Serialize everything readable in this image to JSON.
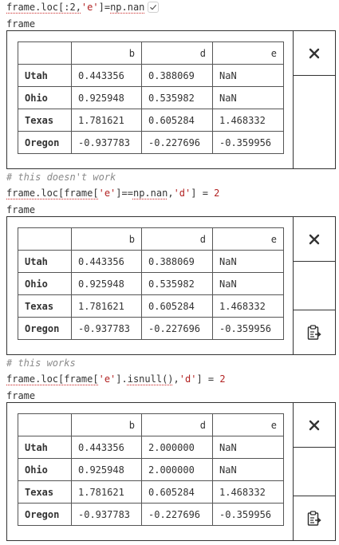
{
  "cells": [
    {
      "code_parts": [
        "frame.loc[:2,",
        "'e'",
        "]=",
        "np.nan"
      ],
      "output_label": "frame",
      "table": {
        "columns": [
          "",
          "b",
          "d",
          "e"
        ],
        "rows": [
          {
            "index": "Utah",
            "b": "0.443356",
            "d": "0.388069",
            "e": "NaN"
          },
          {
            "index": "Ohio",
            "b": "0.925948",
            "d": "0.535982",
            "e": "NaN"
          },
          {
            "index": "Texas",
            "b": "1.781621",
            "d": "0.605284",
            "e": "1.468332"
          },
          {
            "index": "Oregon",
            "b": "-0.937783",
            "d": "-0.227696",
            "e": "-0.359956"
          }
        ]
      },
      "has_paste": false
    },
    {
      "comment": "# this doesn't work",
      "code_parts": [
        "frame.loc[frame[",
        "'e'",
        "]==",
        "np.nan",
        ",",
        "'d'",
        "] = ",
        "2"
      ],
      "output_label": "frame",
      "table": {
        "columns": [
          "",
          "b",
          "d",
          "e"
        ],
        "rows": [
          {
            "index": "Utah",
            "b": "0.443356",
            "d": "0.388069",
            "e": "NaN"
          },
          {
            "index": "Ohio",
            "b": "0.925948",
            "d": "0.535982",
            "e": "NaN"
          },
          {
            "index": "Texas",
            "b": "1.781621",
            "d": "0.605284",
            "e": "1.468332"
          },
          {
            "index": "Oregon",
            "b": "-0.937783",
            "d": "-0.227696",
            "e": "-0.359956"
          }
        ]
      },
      "has_paste": true
    },
    {
      "comment": "# this works",
      "code_parts": [
        "frame.loc[frame[",
        "'e'",
        "].",
        "isnull()",
        ",",
        "'d'",
        "] = ",
        "2"
      ],
      "output_label": "frame",
      "table": {
        "columns": [
          "",
          "b",
          "d",
          "e"
        ],
        "rows": [
          {
            "index": "Utah",
            "b": "0.443356",
            "d": "2.000000",
            "e": "NaN"
          },
          {
            "index": "Ohio",
            "b": "0.925948",
            "d": "2.000000",
            "e": "NaN"
          },
          {
            "index": "Texas",
            "b": "1.781621",
            "d": "0.605284",
            "e": "1.468332"
          },
          {
            "index": "Oregon",
            "b": "-0.937783",
            "d": "-0.227696",
            "e": "-0.359956"
          }
        ]
      },
      "has_paste": true
    }
  ],
  "icons": {
    "close": "close-icon",
    "paste": "clipboard-paste-icon",
    "check": "check-icon"
  }
}
